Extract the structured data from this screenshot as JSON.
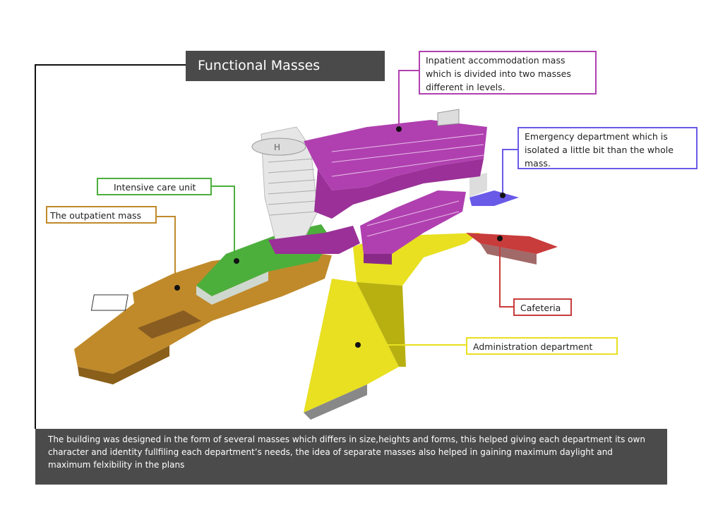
{
  "title": "Functional Masses",
  "labels": {
    "inpatient": "Inpatient accommodation mass which is divided into two masses different in levels.",
    "emergency": "Emergency department which is isolated a little bit than the whole mass.",
    "icu": "Intensive care unit",
    "outpatient": "The outpatient mass",
    "cafeteria": "Cafeteria",
    "administration": "Administration department"
  },
  "description": "The building was designed in the form of several masses which differs in size,heights and forms, this helped giving each department its own character and identity fullfiling each department’s needs, the idea of separate masses also helped in gaining maximum daylight and maximum felxibility in the plans",
  "colors": {
    "inpatient": "#b040b0",
    "emergency": "#6a5ae8",
    "icu": "#4caf3c",
    "outpatient": "#c08a2a",
    "cafeteria": "#c83c3c",
    "administration": "#e8e020",
    "panel": "#4a4a4a"
  }
}
